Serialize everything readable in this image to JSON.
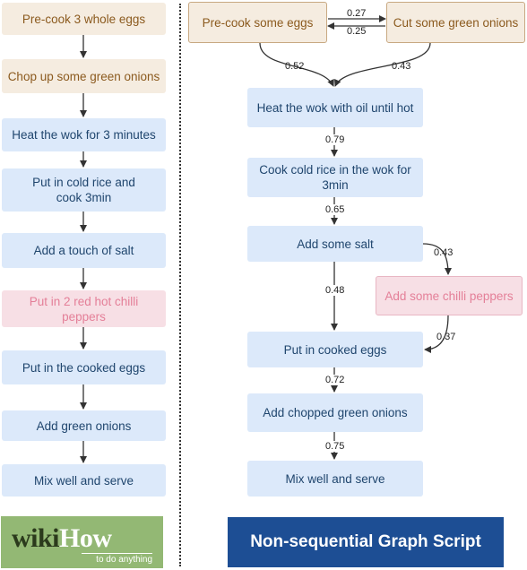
{
  "left_steps": [
    "Pre-cook 3 whole eggs",
    "Chop up some green onions",
    "Heat the wok for 3 minutes",
    "Put in cold rice and cook 3min",
    "Add a touch of salt",
    "Put in 2 red hot chilli peppers",
    "Put in the cooked eggs",
    "Add green onions",
    "Mix well and serve"
  ],
  "right_nodes": {
    "precook_eggs": "Pre-cook some eggs",
    "cut_onions": "Cut some green onions",
    "heat_wok": "Heat the wok with oil until hot",
    "cook_rice": "Cook cold rice in the wok for 3min",
    "add_salt": "Add some salt",
    "add_chilli": "Add some chilli peppers",
    "put_eggs": "Put in cooked eggs",
    "add_onions": "Add chopped green onions",
    "mix_serve": "Mix well and serve"
  },
  "edge_weights": {
    "eggs_to_onions": "0.27",
    "onions_to_eggs": "0.25",
    "eggs_to_heat": "0.52",
    "onions_to_heat": "0.43",
    "heat_to_rice": "0.79",
    "rice_to_salt": "0.65",
    "salt_to_chilli": "0.43",
    "salt_to_eggs": "0.48",
    "chilli_to_eggs": "0.37",
    "eggs_to_onions_chopped": "0.72",
    "onions_to_mix": "0.75"
  },
  "wikihow": {
    "wiki": "wiki",
    "how": "How",
    "tagline": "to do anything"
  },
  "banner": "Non-sequential Graph Script",
  "colors": {
    "tan": "#f5ece0",
    "blue": "#dce9fa",
    "pink": "#f7dfe5",
    "banner": "#1d4e94",
    "wikihow": "#93b874"
  }
}
